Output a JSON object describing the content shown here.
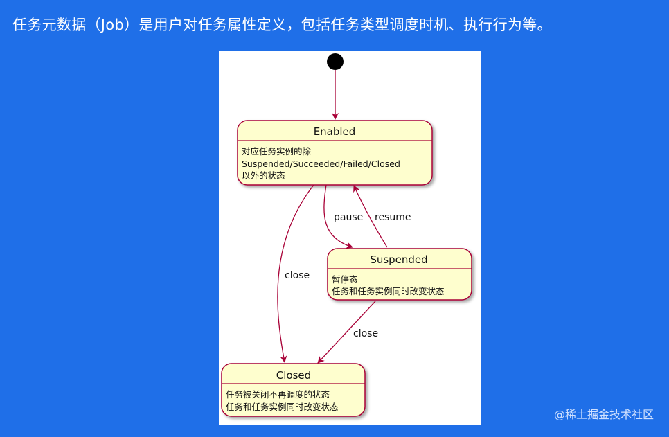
{
  "heading": "任务元数据（Job）是用户对任务属性定义，包括任务类型调度时机、执行行为等。",
  "diagram": {
    "states": {
      "enabled": {
        "name": "Enabled",
        "desc": [
          "对应任务实例的除",
          "Suspended/Succeeded/Failed/Closed",
          "以外的状态"
        ]
      },
      "suspended": {
        "name": "Suspended",
        "desc": [
          "暂停态",
          "任务和任务实例同时改变状态"
        ]
      },
      "closed": {
        "name": "Closed",
        "desc": [
          "任务被关闭不再调度的状态",
          "任务和任务实例同时改变状态"
        ]
      }
    },
    "transitions": {
      "pause": "pause",
      "resume": "resume",
      "close_from_enabled": "close",
      "close_from_suspended": "close"
    },
    "colors": {
      "state_fill": "#fefece",
      "state_border": "#a80036",
      "arrow": "#a80036",
      "start_node": "#000000"
    }
  },
  "watermark": "@稀土掘金技术社区"
}
